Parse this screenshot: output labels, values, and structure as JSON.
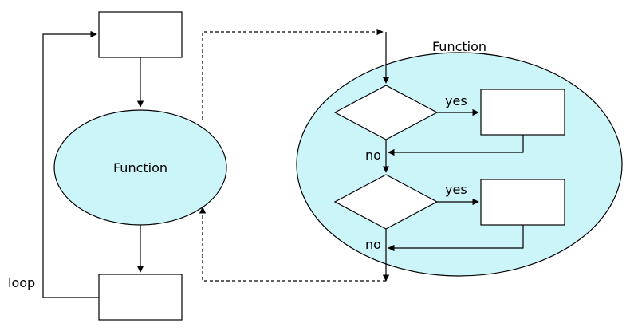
{
  "left": {
    "function_label": "Function",
    "loop_label": "loop"
  },
  "right": {
    "function_label": "Function",
    "yes_label_1": "yes",
    "no_label_1": "no",
    "yes_label_2": "yes",
    "no_label_2": "no"
  },
  "colors": {
    "ellipse_fill": "#ccf5fa",
    "stroke": "#000000"
  }
}
